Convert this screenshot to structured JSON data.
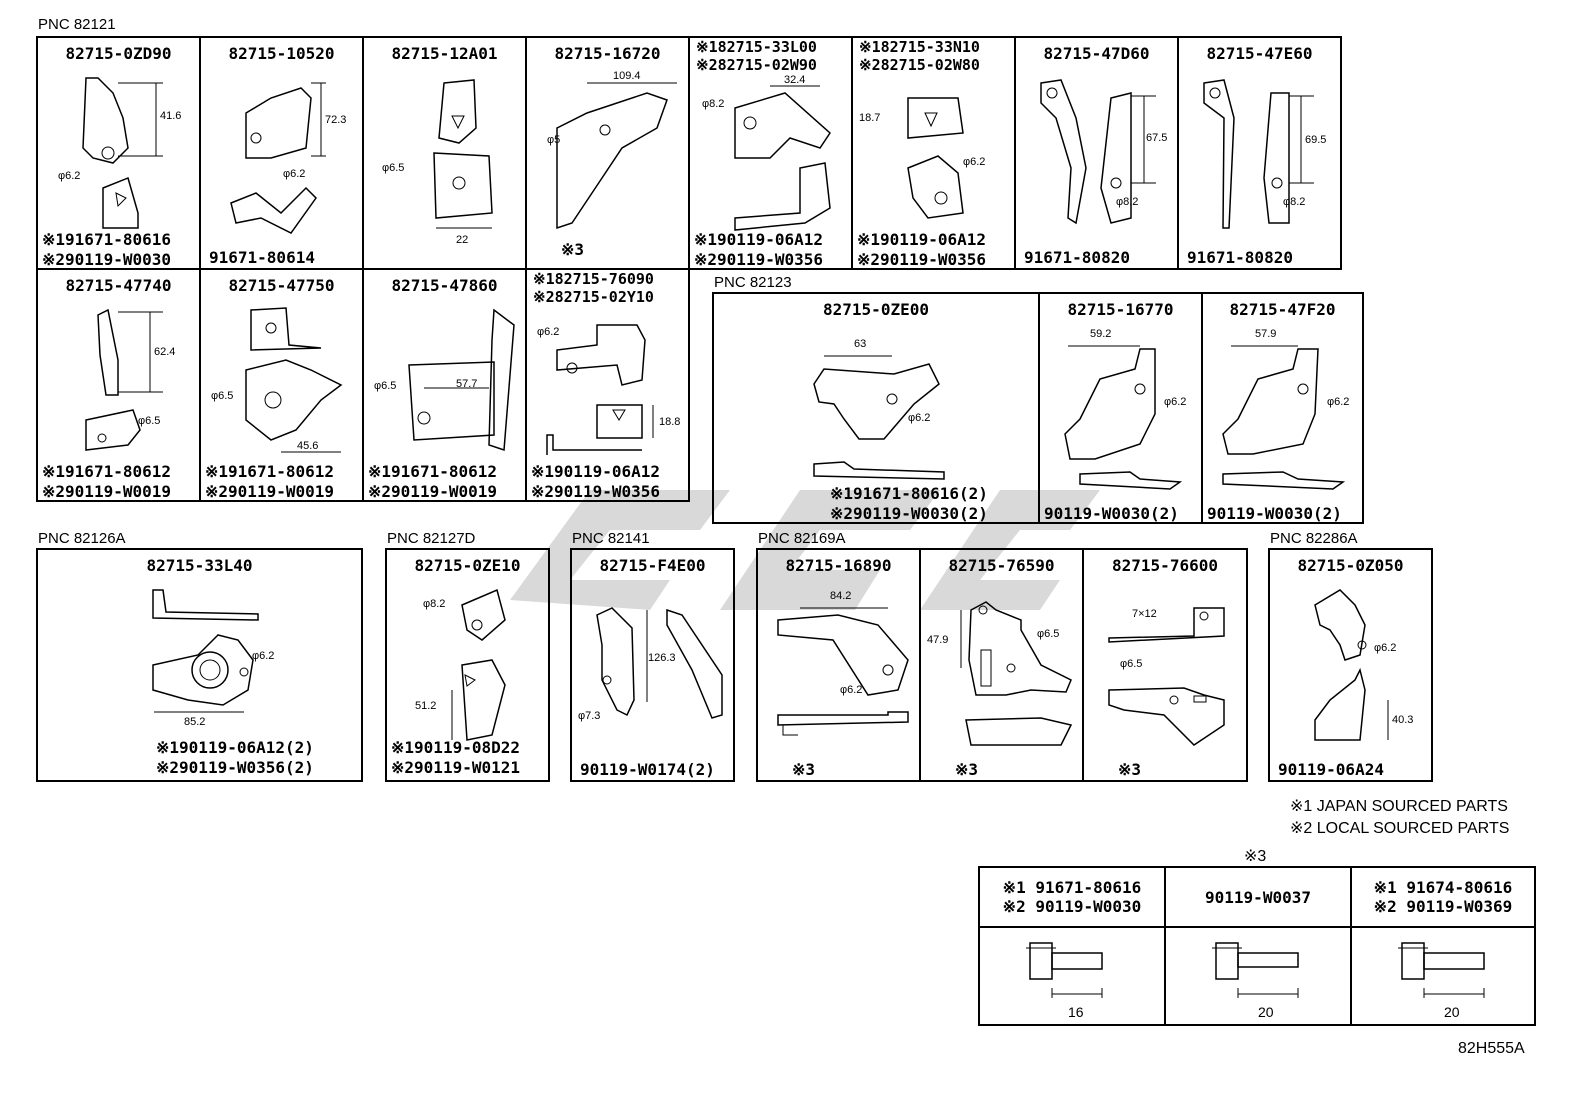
{
  "groups": [
    {
      "pnc": "PNC 82121",
      "parts": [
        {
          "pn": "82715-0ZD90",
          "dims": [
            "41.6",
            "φ6.2"
          ],
          "bolts": [
            "※191671-80616",
            "※290119-W0030"
          ]
        },
        {
          "pn": "82715-10520",
          "dims": [
            "72.3",
            "φ6.2"
          ],
          "bolts": [
            "91671-80614"
          ]
        },
        {
          "pn": "82715-12A01",
          "dims": [
            "φ6.5",
            "22"
          ],
          "bolts": []
        },
        {
          "pn": "82715-16720",
          "dims": [
            "109.4",
            "φ5"
          ],
          "bolts": [
            "※3"
          ]
        },
        {
          "pn": "※182715-33L00",
          "pn2": "※282715-02W90",
          "dims": [
            "32.4",
            "φ8.2"
          ],
          "bolts": [
            "※190119-06A12",
            "※290119-W0356"
          ]
        },
        {
          "pn": "※182715-33N10",
          "pn2": "※282715-02W80",
          "dims": [
            "18.7",
            "φ6.2"
          ],
          "bolts": [
            "※190119-06A12",
            "※290119-W0356"
          ]
        },
        {
          "pn": "82715-47D60",
          "dims": [
            "67.5",
            "φ8.2"
          ],
          "bolts": [
            "91671-80820"
          ]
        },
        {
          "pn": "82715-47E60",
          "dims": [
            "69.5",
            "φ8.2"
          ],
          "bolts": [
            "91671-80820"
          ]
        },
        {
          "pn": "82715-47740",
          "dims": [
            "62.4",
            "φ6.5"
          ],
          "bolts": [
            "※191671-80612",
            "※290119-W0019"
          ]
        },
        {
          "pn": "82715-47750",
          "dims": [
            "φ6.5",
            "45.6"
          ],
          "bolts": [
            "※191671-80612",
            "※290119-W0019"
          ]
        },
        {
          "pn": "82715-47860",
          "dims": [
            "φ6.5",
            "57.7"
          ],
          "bolts": [
            "※191671-80612",
            "※290119-W0019"
          ]
        },
        {
          "pn": "※182715-76090",
          "pn2": "※282715-02Y10",
          "dims": [
            "φ6.2",
            "18.8"
          ],
          "bolts": [
            "※190119-06A12",
            "※290119-W0356"
          ]
        }
      ]
    },
    {
      "pnc": "PNC 82123",
      "parts": [
        {
          "pn": "82715-0ZE00",
          "dims": [
            "63",
            "φ6.2"
          ],
          "bolts": [
            "※191671-80616(2)",
            "※290119-W0030(2)"
          ]
        },
        {
          "pn": "82715-16770",
          "dims": [
            "59.2",
            "φ6.2"
          ],
          "bolts": [
            "90119-W0030(2)"
          ]
        },
        {
          "pn": "82715-47F20",
          "dims": [
            "57.9",
            "φ6.2"
          ],
          "bolts": [
            "90119-W0030(2)"
          ]
        }
      ]
    },
    {
      "pnc": "PNC 82126A",
      "parts": [
        {
          "pn": "82715-33L40",
          "dims": [
            "φ6.2",
            "85.2"
          ],
          "bolts": [
            "※190119-06A12(2)",
            "※290119-W0356(2)"
          ]
        }
      ]
    },
    {
      "pnc": "PNC 82127D",
      "parts": [
        {
          "pn": "82715-0ZE10",
          "dims": [
            "φ8.2",
            "51.2"
          ],
          "bolts": [
            "※190119-08D22",
            "※290119-W0121"
          ]
        }
      ]
    },
    {
      "pnc": "PNC 82141",
      "parts": [
        {
          "pn": "82715-F4E00",
          "dims": [
            "126.3",
            "φ7.3"
          ],
          "bolts": [
            "90119-W0174(2)"
          ]
        }
      ]
    },
    {
      "pnc": "PNC 82169A",
      "parts": [
        {
          "pn": "82715-16890",
          "dims": [
            "84.2",
            "φ6.2"
          ],
          "bolts": [
            "※3"
          ]
        },
        {
          "pn": "82715-76590",
          "dims": [
            "47.9",
            "φ6.5"
          ],
          "bolts": [
            "※3"
          ]
        },
        {
          "pn": "82715-76600",
          "dims": [
            "7×12",
            "φ6.5"
          ],
          "bolts": [
            "※3"
          ]
        }
      ]
    },
    {
      "pnc": "PNC 82286A",
      "parts": [
        {
          "pn": "82715-0Z050",
          "dims": [
            "φ6.2",
            "40.3"
          ],
          "bolts": [
            "90119-06A24"
          ]
        }
      ]
    }
  ],
  "notes": [
    "※1 JAPAN SOURCED PARTS",
    "※2 LOCAL SOURCED PARTS"
  ],
  "table": {
    "title": "※3",
    "cols": [
      {
        "l1": "※1 91671-80616",
        "l2": "※2 90119-W0030",
        "len": "16"
      },
      {
        "l1": "90119-W0037",
        "l2": "",
        "len": "20"
      },
      {
        "l1": "※1 91674-80616",
        "l2": "※2 90119-W0369",
        "len": "20"
      }
    ]
  },
  "diagram_id": "82H555A"
}
